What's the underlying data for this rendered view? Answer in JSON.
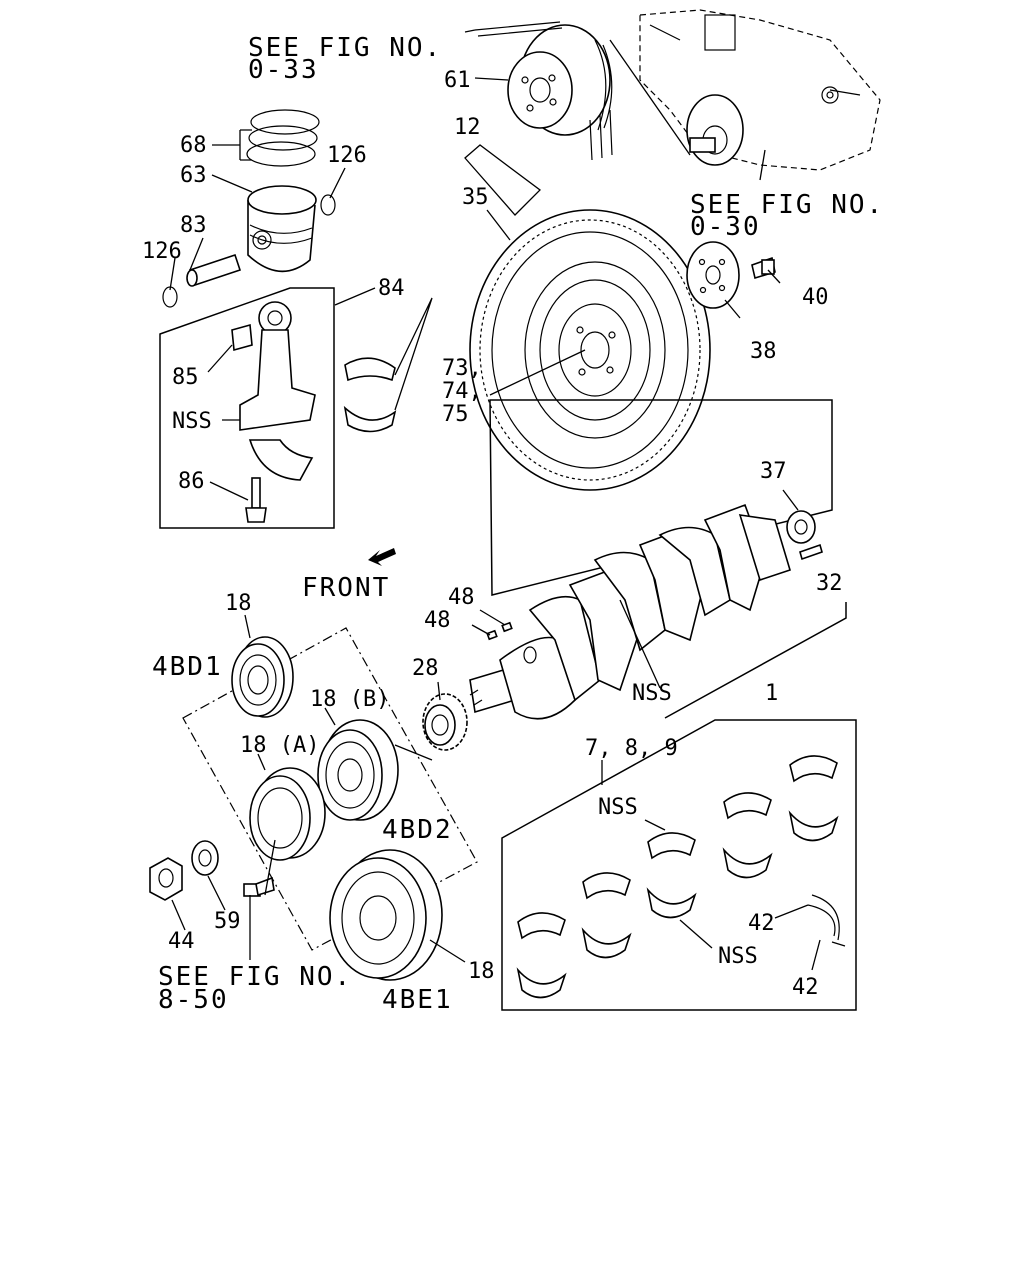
{
  "references": {
    "ref_033": {
      "line1": "SEE FIG NO.",
      "line2": "0-33"
    },
    "ref_030": {
      "line1": "SEE FIG NO.",
      "line2": "0-30"
    },
    "ref_850": {
      "line1": "SEE FIG NO.",
      "line2": "8-50"
    }
  },
  "front_label": "FRONT",
  "variants": {
    "v1": "4BD1",
    "v2": "4BD2",
    "v3": "4BE1"
  },
  "parts": {
    "p1": "1",
    "p12": "12",
    "p18a": "18",
    "p18b": "18 (B)",
    "p18c": "18 (A)",
    "p18d": "18",
    "p28": "28",
    "p32": "32",
    "p35": "35",
    "p37": "37",
    "p38": "38",
    "p40": "40",
    "p42a": "42",
    "p42b": "42",
    "p44": "44",
    "p48a": "48",
    "p48b": "48",
    "p59": "59",
    "p61": "61",
    "p63": "63",
    "p68": "68",
    "p83": "83",
    "p84": "84",
    "p85": "85",
    "p86": "86",
    "p126a": "126",
    "p126b": "126",
    "p73": "73,",
    "p74": "74,",
    "p75": "75",
    "p789": "7, 8, 9",
    "nss1": "NSS",
    "nss2": "NSS",
    "nss3": "NSS",
    "nss4": "NSS"
  }
}
